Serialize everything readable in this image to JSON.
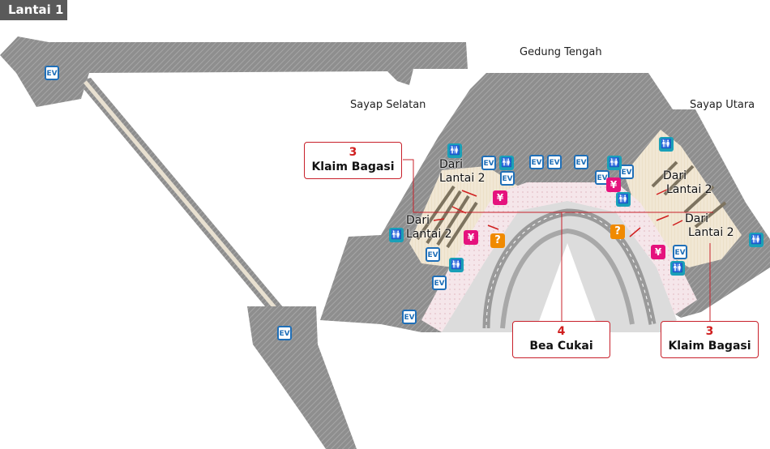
{
  "floor_label": "Lantai 1",
  "areas": {
    "center": "Gedung Tengah",
    "south": "Sayap Selatan",
    "north": "Sayap Utara"
  },
  "from_labels": [
    {
      "line1": "Dari",
      "line2": "Lantai 2"
    },
    {
      "line1": "Dari",
      "line2": "Lantai 2"
    },
    {
      "line1": "Dari",
      "line2": "Lantai 2"
    },
    {
      "line1": "Dari",
      "line2": "Lantai 2"
    }
  ],
  "callouts": [
    {
      "number": "3",
      "label": "Klaim Bagasi"
    },
    {
      "number": "4",
      "label": "Bea Cukai"
    },
    {
      "number": "3",
      "label": "Klaim Bagasi"
    }
  ],
  "icons": {
    "elevator": "EV",
    "currency_exchange": "¥",
    "information": "?",
    "restroom": "🚻"
  },
  "colors": {
    "building": "#8c8c8c",
    "interior": "#efe5d3",
    "arrival_hall": "#f4e4e8",
    "apron": "#dcdcdc",
    "callout_red": "#c8202a",
    "elevator_blue": "#1f6fb8",
    "restroom_teal": "#1aa0b8",
    "exchange_magenta": "#e5127d",
    "info_orange": "#f08a00"
  }
}
